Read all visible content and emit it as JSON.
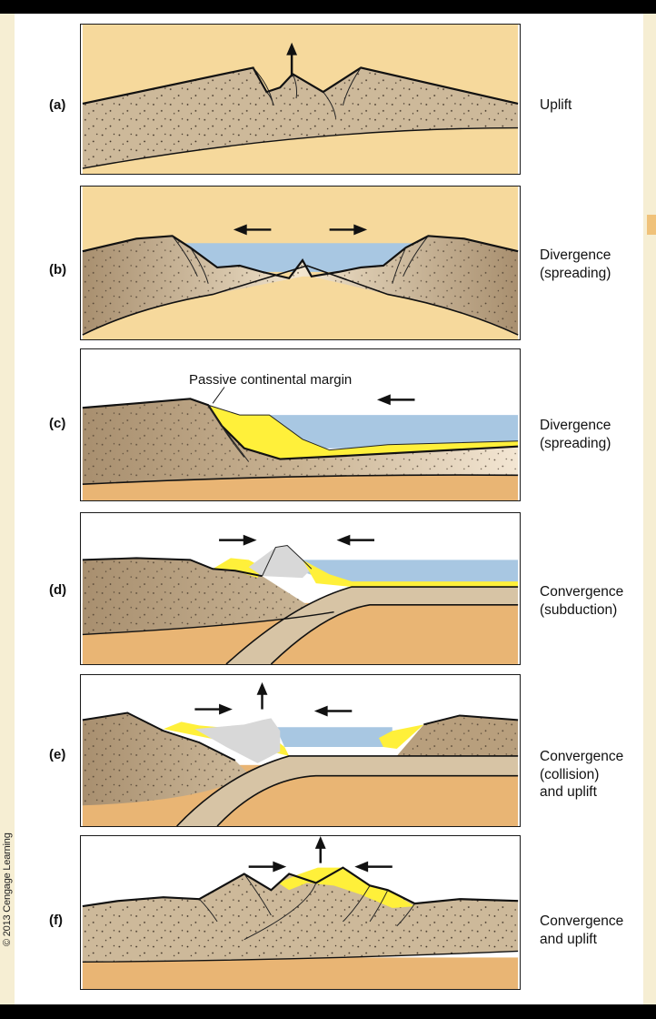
{
  "panels": [
    {
      "label": "(a)",
      "caption_lines": [
        "Uplift"
      ]
    },
    {
      "label": "(b)",
      "caption_lines": [
        "Divergence",
        "(spreading)"
      ]
    },
    {
      "label": "(c)",
      "caption_lines": [
        "Divergence",
        "(spreading)"
      ],
      "annotation": "Passive continental margin"
    },
    {
      "label": "(d)",
      "caption_lines": [
        "Convergence",
        "(subduction)"
      ]
    },
    {
      "label": "(e)",
      "caption_lines": [
        "Convergence",
        "(collision)",
        "and uplift"
      ]
    },
    {
      "label": "(f)",
      "caption_lines": [
        "Convergence",
        "and uplift"
      ]
    }
  ],
  "copyright": "© 2013 Cengage Learning",
  "colors": {
    "crust": "#cdb99a",
    "crust_dark": "#a88f6f",
    "mantle_light": "#f6d99c",
    "mantle_orange": "#e9b574",
    "sediment": "#fff03a",
    "ocean": "#a8c7e2",
    "deformed_rock": "#d8d8d8",
    "paper_strip": "#f6eed3"
  },
  "icons": [
    "arrow-up-icon",
    "arrow-left-icon",
    "arrow-right-icon"
  ]
}
